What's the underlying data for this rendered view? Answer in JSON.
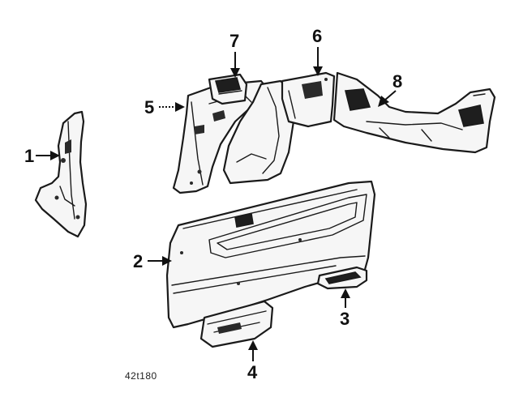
{
  "diagram": {
    "callouts": [
      {
        "id": "1",
        "label": "1"
      },
      {
        "id": "2",
        "label": "2"
      },
      {
        "id": "3",
        "label": "3"
      },
      {
        "id": "4",
        "label": "4"
      },
      {
        "id": "5",
        "label": "5"
      },
      {
        "id": "6",
        "label": "6"
      },
      {
        "id": "7",
        "label": "7"
      },
      {
        "id": "8",
        "label": "8"
      }
    ],
    "reference_number": "42t180"
  }
}
